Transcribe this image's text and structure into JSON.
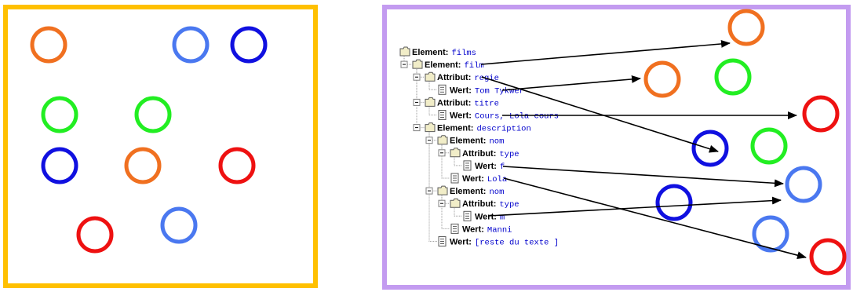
{
  "colors": {
    "left_frame": "#ffc000",
    "right_frame": "#c39bf0",
    "orange": "#f07020",
    "light_blue": "#4a78f0",
    "dark_blue": "#1010e0",
    "green": "#22ee22",
    "red": "#ee1111",
    "tree_value_text": "#0000cc",
    "arrow": "#000000"
  },
  "left_panel": {
    "circles": [
      {
        "id": "orange-1",
        "color": "orange"
      },
      {
        "id": "light-blue-1",
        "color": "light_blue"
      },
      {
        "id": "dark-blue-1",
        "color": "dark_blue"
      },
      {
        "id": "green-1",
        "color": "green"
      },
      {
        "id": "green-2",
        "color": "green"
      },
      {
        "id": "dark-blue-2",
        "color": "dark_blue"
      },
      {
        "id": "orange-2",
        "color": "orange"
      },
      {
        "id": "red-1",
        "color": "red"
      },
      {
        "id": "red-2",
        "color": "red"
      },
      {
        "id": "light-blue-2",
        "color": "light_blue"
      }
    ]
  },
  "right_panel": {
    "tree": [
      {
        "icon": "folder-icon",
        "kind": "Element:",
        "name": "films"
      },
      {
        "icon": "folder-icon",
        "kind": "Element:",
        "name": "film"
      },
      {
        "icon": "folder-icon",
        "kind": "Attribut:",
        "name": "regie"
      },
      {
        "icon": "document-icon",
        "kind": "Wert:",
        "name": "Tom Tykwer"
      },
      {
        "icon": "folder-icon",
        "kind": "Attribut:",
        "name": "titre"
      },
      {
        "icon": "document-icon",
        "kind": "Wert:",
        "name": "Cours, Lola cours"
      },
      {
        "icon": "folder-icon",
        "kind": "Element:",
        "name": "description"
      },
      {
        "icon": "folder-icon",
        "kind": "Element:",
        "name": "nom"
      },
      {
        "icon": "folder-icon",
        "kind": "Attribut:",
        "name": "type"
      },
      {
        "icon": "document-icon",
        "kind": "Wert:",
        "name": "f"
      },
      {
        "icon": "document-icon",
        "kind": "Wert:",
        "name": "Lola"
      },
      {
        "icon": "folder-icon",
        "kind": "Element:",
        "name": "nom"
      },
      {
        "icon": "folder-icon",
        "kind": "Attribut:",
        "name": "type"
      },
      {
        "icon": "document-icon",
        "kind": "Wert:",
        "name": "m"
      },
      {
        "icon": "document-icon",
        "kind": "Wert:",
        "name": "Manni"
      },
      {
        "icon": "document-icon",
        "kind": "Wert:",
        "name": "[reste du texte ]"
      }
    ],
    "circles": [
      {
        "id": "orange-top",
        "color": "orange"
      },
      {
        "id": "orange-mid",
        "color": "orange"
      },
      {
        "id": "green-top",
        "color": "green"
      },
      {
        "id": "red-top",
        "color": "red"
      },
      {
        "id": "dark-blue-a",
        "color": "dark_blue"
      },
      {
        "id": "green-mid",
        "color": "green"
      },
      {
        "id": "light-blue-a",
        "color": "light_blue"
      },
      {
        "id": "dark-blue-b",
        "color": "dark_blue"
      },
      {
        "id": "light-blue-b",
        "color": "light_blue"
      },
      {
        "id": "red-bottom",
        "color": "red"
      }
    ],
    "arrows": [
      {
        "from_row": 1,
        "to": "orange-top"
      },
      {
        "from_row": 2,
        "to": "dark-blue-a"
      },
      {
        "from_row": 3,
        "to": "orange-mid"
      },
      {
        "from_row": 5,
        "to": "red-top"
      },
      {
        "from_row": 9,
        "to": "light-blue-a"
      },
      {
        "from_row": 10,
        "to": "red-bottom"
      },
      {
        "from_row": 13,
        "to": "light-blue-a"
      }
    ]
  }
}
